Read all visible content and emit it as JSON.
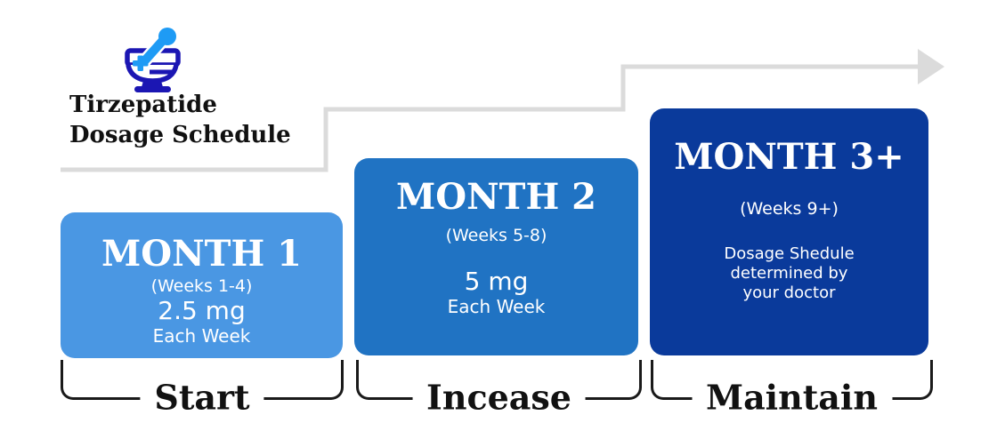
{
  "header": {
    "title_line1": "Tirzepatide",
    "title_line2": "Dosage Schedule"
  },
  "icons": {
    "brand": "mortar-and-pestle-icon",
    "arrow": "staircase-step-up-arrow"
  },
  "colors": {
    "stage1_blue": "#4A97E3",
    "stage2_blue": "#2073C3",
    "stage3_navy": "#0A3A9B",
    "arrow_gray": "#DBDBDB",
    "pestle_blue": "#1E9BF5",
    "mortar_navy": "#1B16B3",
    "text_dark": "#1A1A1A"
  },
  "stages": [
    {
      "month": "MONTH 1",
      "weeks": "(Weeks 1-4)",
      "dose": "2.5 mg",
      "frequency": "Each Week",
      "phase": "Start",
      "color": "#4A97E3"
    },
    {
      "month": "MONTH 2",
      "weeks": "(Weeks 5-8)",
      "dose": "5 mg",
      "frequency": "Each Week",
      "phase": "Incease",
      "color": "#2073C3"
    },
    {
      "month": "MONTH 3+",
      "weeks": "(Weeks 9+)",
      "note_lines": [
        "Dosage Shedule",
        "determined by",
        "your doctor"
      ],
      "phase": "Maintain",
      "color": "#0A3A9B"
    }
  ]
}
